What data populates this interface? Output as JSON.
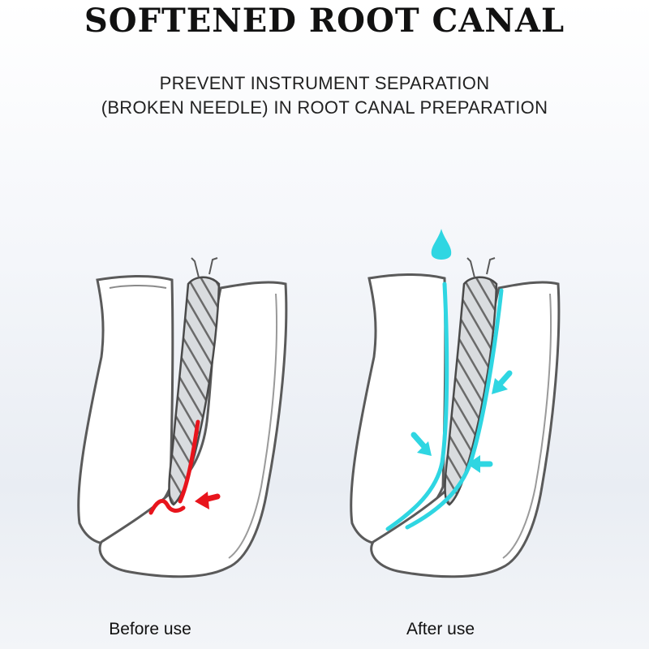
{
  "header": {
    "title": "SOFTENED ROOT CANAL",
    "subtitle_line1": "PREVENT INSTRUMENT SEPARATION",
    "subtitle_line2": "(BROKEN NEEDLE) IN ROOT CANAL PREPARATION"
  },
  "panels": [
    {
      "caption": "Before use",
      "state": "stuck-instrument",
      "accent": "#e8141c"
    },
    {
      "caption": "After use",
      "state": "lubricated-canal",
      "accent": "#2fd6e2"
    }
  ],
  "colors": {
    "outline": "#5a5a5a",
    "tooth_fill": "#ffffff",
    "file_fill": "#d9dcdf"
  }
}
